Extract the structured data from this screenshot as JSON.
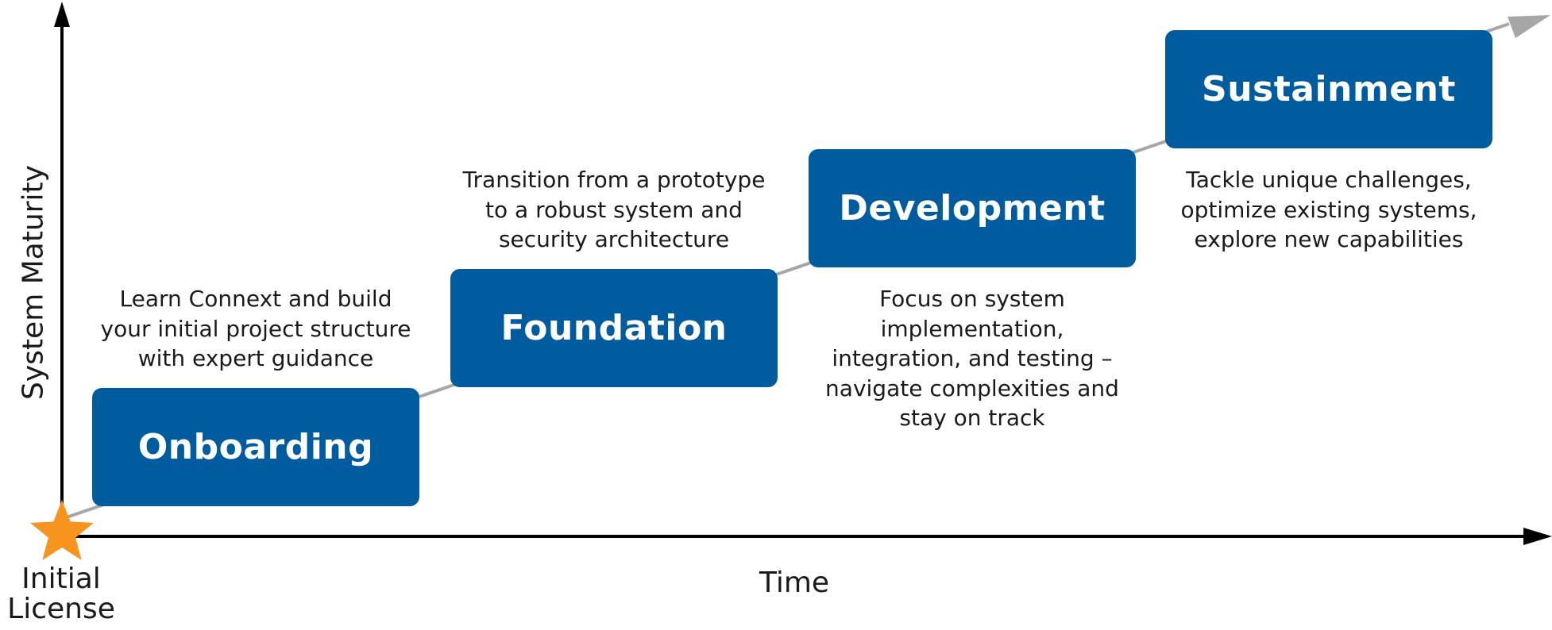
{
  "colors": {
    "box": "#005b9f",
    "star": "#f7941d",
    "axis": "#000000",
    "trend": "#a6a6a6",
    "text": "#1a1a1a"
  },
  "axes": {
    "y_label": "System Maturity",
    "x_label": "Time"
  },
  "origin": {
    "icon": "star-icon",
    "lines": [
      "Initial",
      "License"
    ]
  },
  "stages": [
    {
      "name": "Onboarding",
      "description": [
        "Learn Connext and build",
        "your initial project structure",
        "with expert guidance"
      ]
    },
    {
      "name": "Foundation",
      "description": [
        "Transition from a prototype",
        "to a robust system and",
        "security architecture"
      ]
    },
    {
      "name": "Development",
      "description": [
        "Focus on system",
        "implementation,",
        "integration, and testing –",
        "navigate complexities and",
        "stay on track"
      ]
    },
    {
      "name": "Sustainment",
      "description": [
        "Tackle unique challenges,",
        "optimize existing systems,",
        "explore new capabilities"
      ]
    }
  ]
}
